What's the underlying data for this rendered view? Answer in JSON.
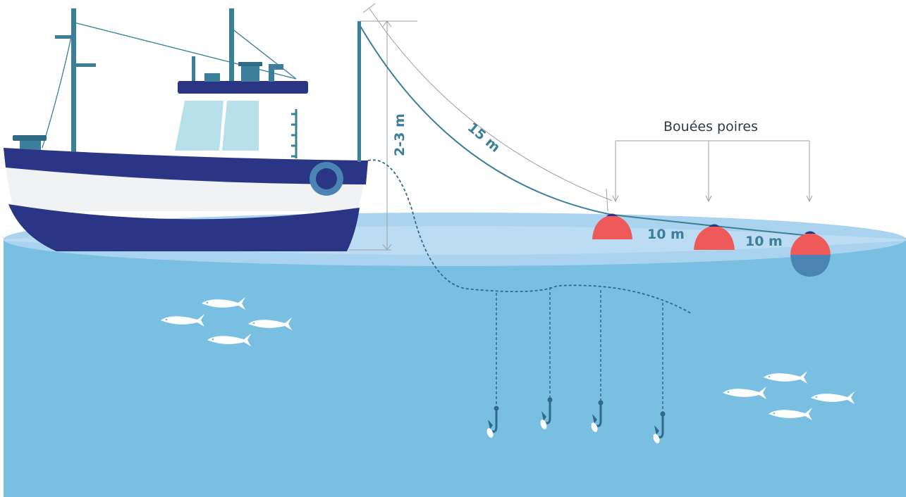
{
  "labels": {
    "height": "2-3 m",
    "line_length": "15 m",
    "buoys_title": "Bouées poires",
    "spacing_1": "10 m",
    "spacing_2": "10 m"
  },
  "colors": {
    "water": "#78bfe2",
    "water_surface": "#a9d3ee",
    "hull_dark": "#2b3585",
    "hull_white": "#f0f2f4",
    "cabin": "#ffffff",
    "window": "#b8e0ea",
    "mast": "#3b7f9a",
    "buoy_red": "#ee5a5a",
    "buoy_cap": "#2b3585",
    "line": "#3b7f9a",
    "leader": "#9aa0a6"
  },
  "icons": {
    "boat": "fishing-boat-icon",
    "buoy": "pear-buoy-icon",
    "fish": "fish-icon",
    "hook": "baited-hook-icon",
    "lifebuoy": "lifebuoy-icon"
  }
}
